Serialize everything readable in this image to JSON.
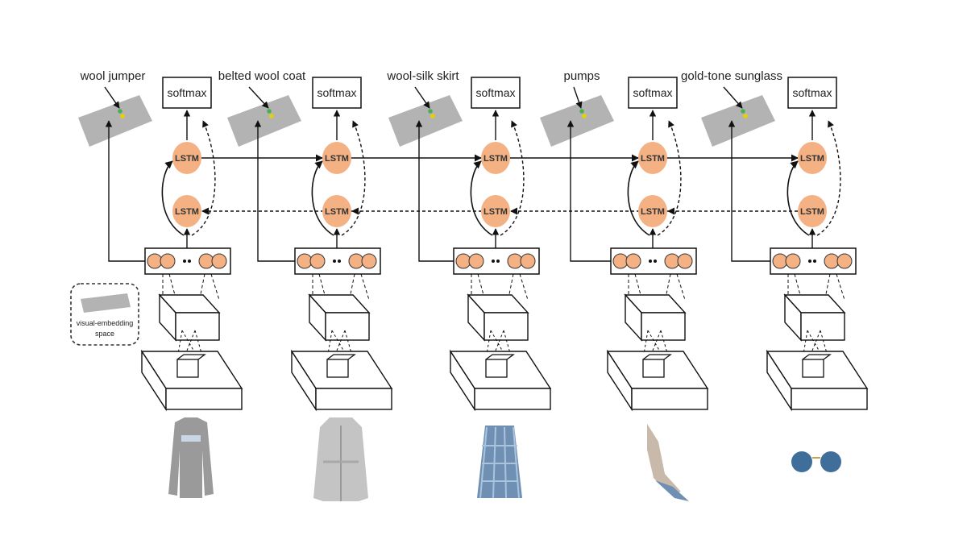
{
  "diagram": {
    "softmax_label": "softmax",
    "lstm_label": "LSTM",
    "legend": {
      "line1": "visual-embedding",
      "line2": "space"
    },
    "colors": {
      "lstm_node": "#f4b183",
      "embedding_plane": "#b3b3b3",
      "arrow": "#111111",
      "point_green": "#4caf50",
      "point_yellow": "#e6d000"
    },
    "steps": [
      {
        "label": "wool jumper",
        "item_icon": "sweater-icon"
      },
      {
        "label": "belted wool coat",
        "item_icon": "coat-icon"
      },
      {
        "label": "wool-silk skirt",
        "item_icon": "skirt-icon"
      },
      {
        "label": "pumps",
        "item_icon": "pumps-icon"
      },
      {
        "label": "gold-tone sunglass",
        "item_icon": "sunglasses-icon"
      }
    ]
  }
}
